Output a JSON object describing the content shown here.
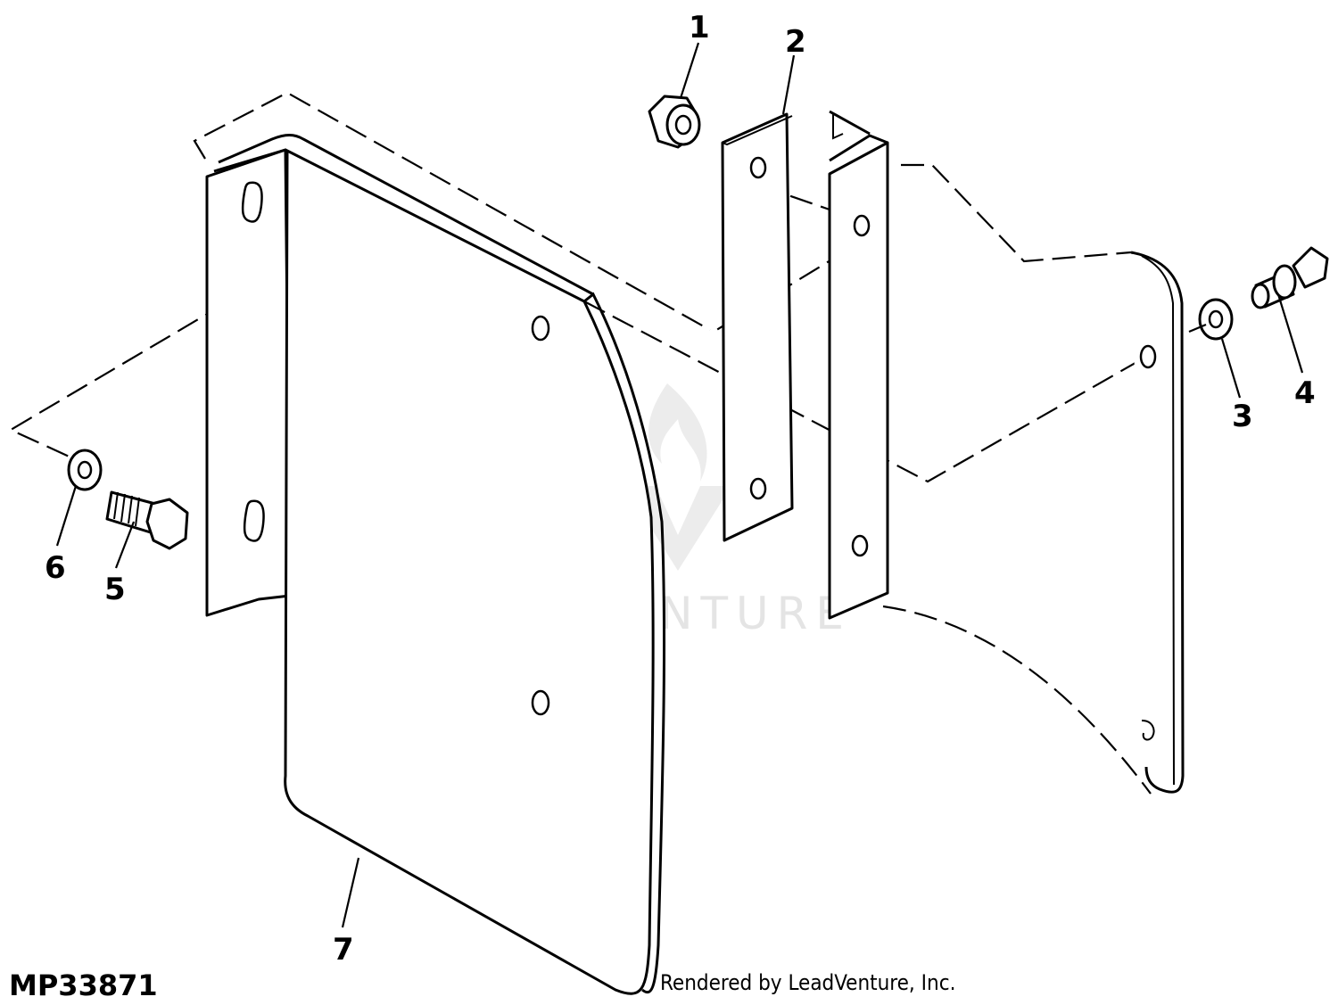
{
  "diagram_code": "MP33871",
  "credit": "Rendered by LeadVenture, Inc.",
  "watermark": "LEADVENTURE",
  "callouts": [
    {
      "id": "1"
    },
    {
      "id": "2"
    },
    {
      "id": "3"
    },
    {
      "id": "4"
    },
    {
      "id": "5"
    },
    {
      "id": "6"
    },
    {
      "id": "7"
    }
  ]
}
